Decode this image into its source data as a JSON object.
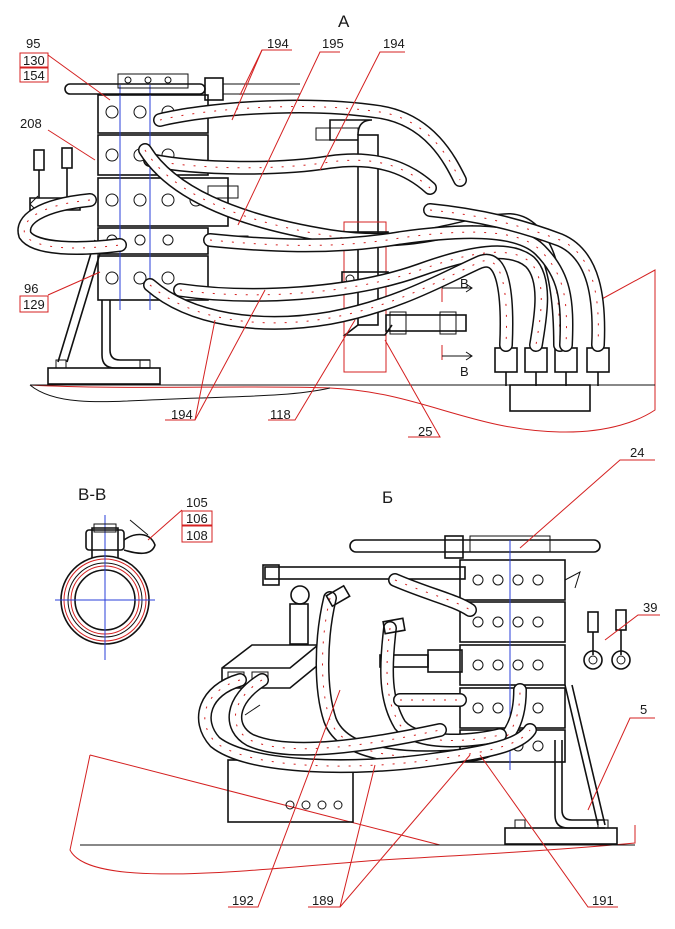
{
  "views": {
    "top": "А",
    "bottom": "Б",
    "section": "В-В",
    "section_mark_top": "В",
    "section_mark_bottom": "В"
  },
  "callouts": {
    "c95": "95",
    "c130": "130",
    "c154": "154",
    "c194a": "194",
    "c195": "195",
    "c194b": "194",
    "c208": "208",
    "c96": "96",
    "c129": "129",
    "c194c": "194",
    "c118": "118",
    "c25": "25",
    "c105": "105",
    "c106": "106",
    "c108": "108",
    "c24": "24",
    "c39": "39",
    "c5": "5",
    "c192": "192",
    "c189": "189",
    "c191": "191"
  },
  "colors": {
    "outline": "#111111",
    "leader": "#d42020",
    "centerline": "#2a3fd8"
  }
}
